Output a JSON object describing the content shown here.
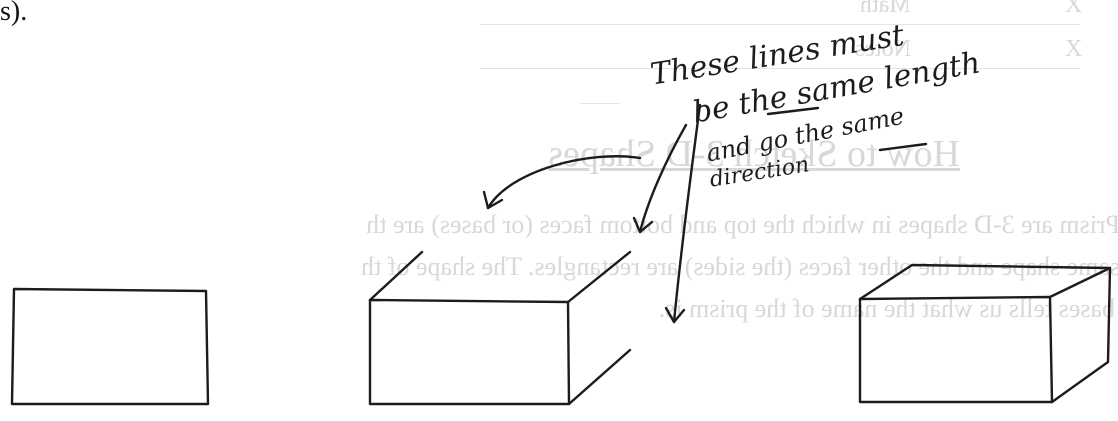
{
  "fragment": {
    "text": "s)."
  },
  "bleed_through": {
    "top_math": "Math",
    "notes": "Notes",
    "x_marks": [
      "X",
      "X"
    ],
    "title": "How to Sketch 3-D Shapes",
    "paragraph_lines": [
      "Prism are 3-D shapes in which the top and bottom faces (or bases) are th",
      "same shape and the other faces (the sides) are rectangles. The shape of th",
      "bases tells us what the name of the prism is."
    ]
  },
  "handwriting": {
    "lines": [
      "These lines must",
      "be the same length",
      "and go the same",
      "direction"
    ]
  },
  "colors": {
    "ink": "#1c1c1c",
    "ghost": "#d8d8d8"
  }
}
